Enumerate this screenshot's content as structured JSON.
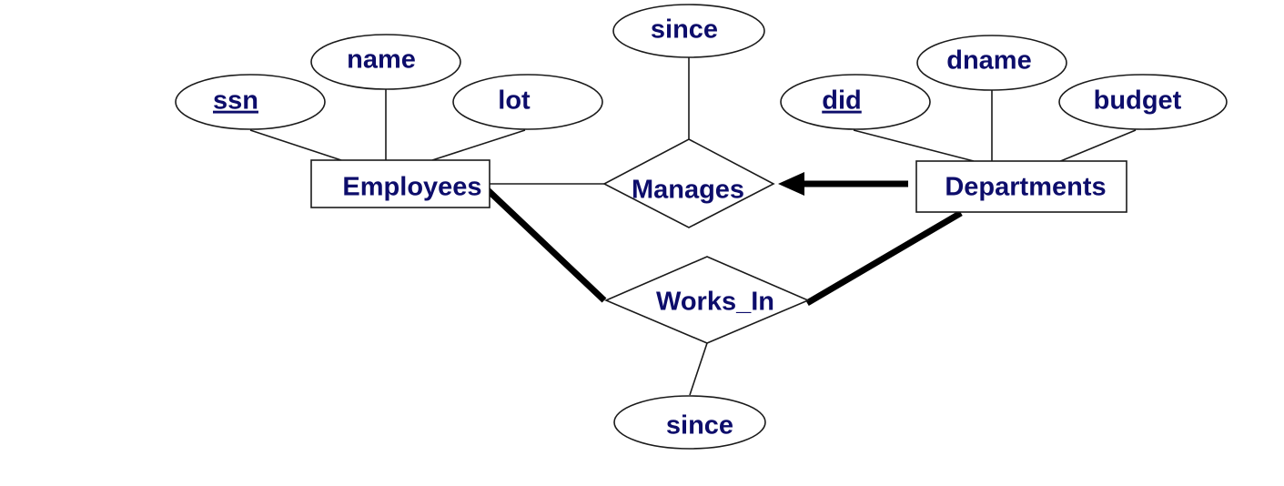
{
  "colors": {
    "text": "#0d0d6b",
    "stroke": "#1a1a1a",
    "background": "#ffffff"
  },
  "entities": {
    "employees": "Employees",
    "departments": "Departments"
  },
  "relationships": {
    "manages": "Manages",
    "works_in": "Works_In"
  },
  "attributes": {
    "ssn": "ssn",
    "name": "name",
    "lot": "lot",
    "manages_since": "since",
    "did": "did",
    "dname": "dname",
    "budget": "budget",
    "works_in_since": "since"
  }
}
